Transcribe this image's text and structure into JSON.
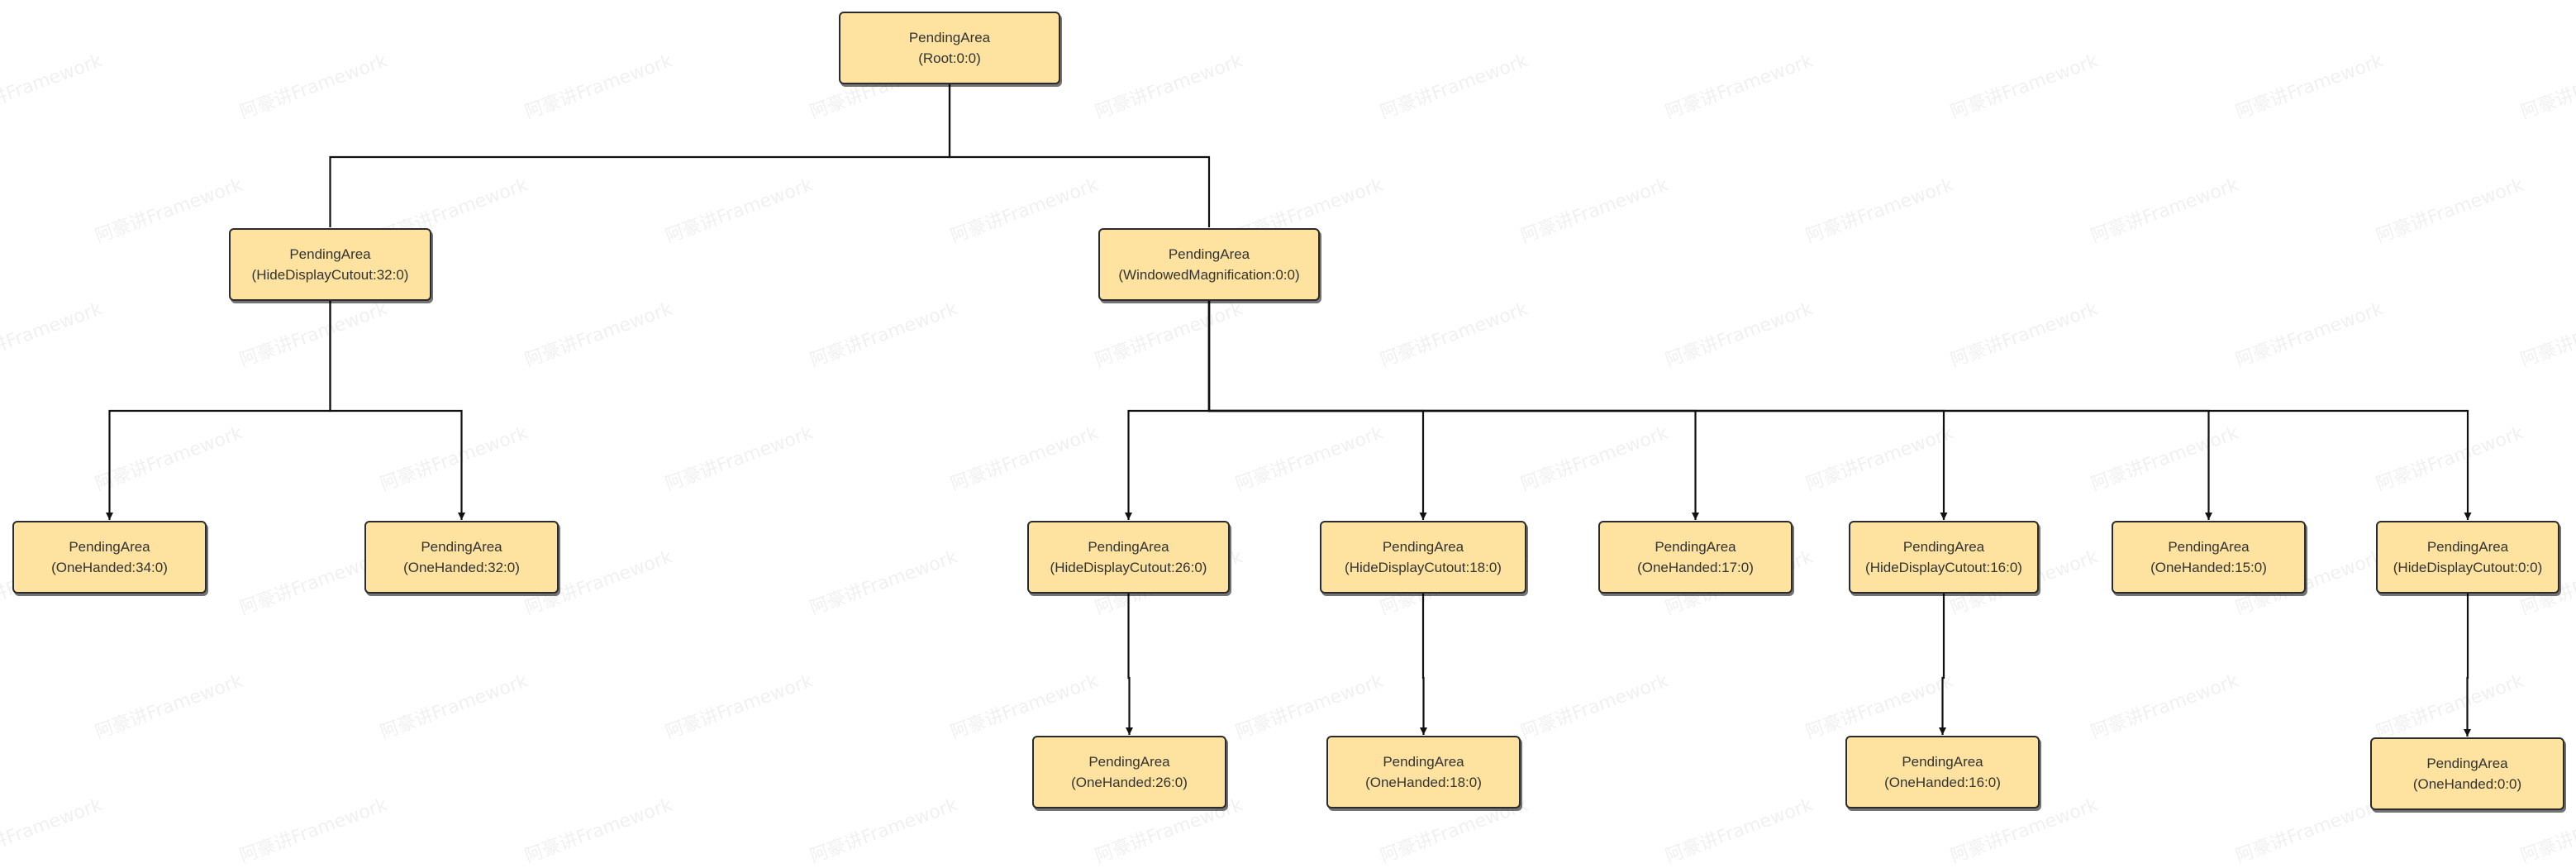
{
  "watermark": "阿豪讲Framework",
  "colors": {
    "node_fill": "#fde39f",
    "node_border": "#2b2b2b",
    "edge": "#111111"
  },
  "nodes": [
    {
      "id": "root",
      "title": "PendingArea",
      "sub": "(Root:0:0)"
    },
    {
      "id": "hdc32",
      "title": "PendingArea",
      "sub": "(HideDisplayCutout:32:0)"
    },
    {
      "id": "wm0",
      "title": "PendingArea",
      "sub": "(WindowedMagnification:0:0)"
    },
    {
      "id": "oh34",
      "title": "PendingArea",
      "sub": "(OneHanded:34:0)"
    },
    {
      "id": "oh32",
      "title": "PendingArea",
      "sub": "(OneHanded:32:0)"
    },
    {
      "id": "hdc26",
      "title": "PendingArea",
      "sub": "(HideDisplayCutout:26:0)"
    },
    {
      "id": "hdc18",
      "title": "PendingArea",
      "sub": "(HideDisplayCutout:18:0)"
    },
    {
      "id": "oh17",
      "title": "PendingArea",
      "sub": "(OneHanded:17:0)"
    },
    {
      "id": "hdc16",
      "title": "PendingArea",
      "sub": "(HideDisplayCutout:16:0)"
    },
    {
      "id": "oh15",
      "title": "PendingArea",
      "sub": "(OneHanded:15:0)"
    },
    {
      "id": "hdc0",
      "title": "PendingArea",
      "sub": "(HideDisplayCutout:0:0)"
    },
    {
      "id": "oh26",
      "title": "PendingArea",
      "sub": "(OneHanded:26:0)"
    },
    {
      "id": "oh18",
      "title": "PendingArea",
      "sub": "(OneHanded:18:0)"
    },
    {
      "id": "oh16",
      "title": "PendingArea",
      "sub": "(OneHanded:16:0)"
    },
    {
      "id": "oh0",
      "title": "PendingArea",
      "sub": "(OneHanded:0:0)"
    }
  ],
  "edges": [
    [
      "root",
      "hdc32"
    ],
    [
      "root",
      "wm0"
    ],
    [
      "hdc32",
      "oh34"
    ],
    [
      "hdc32",
      "oh32"
    ],
    [
      "wm0",
      "hdc26"
    ],
    [
      "wm0",
      "hdc18"
    ],
    [
      "wm0",
      "oh17"
    ],
    [
      "wm0",
      "hdc16"
    ],
    [
      "wm0",
      "oh15"
    ],
    [
      "wm0",
      "hdc0"
    ],
    [
      "hdc26",
      "oh26"
    ],
    [
      "hdc18",
      "oh18"
    ],
    [
      "hdc16",
      "oh16"
    ],
    [
      "hdc0",
      "oh0"
    ]
  ]
}
